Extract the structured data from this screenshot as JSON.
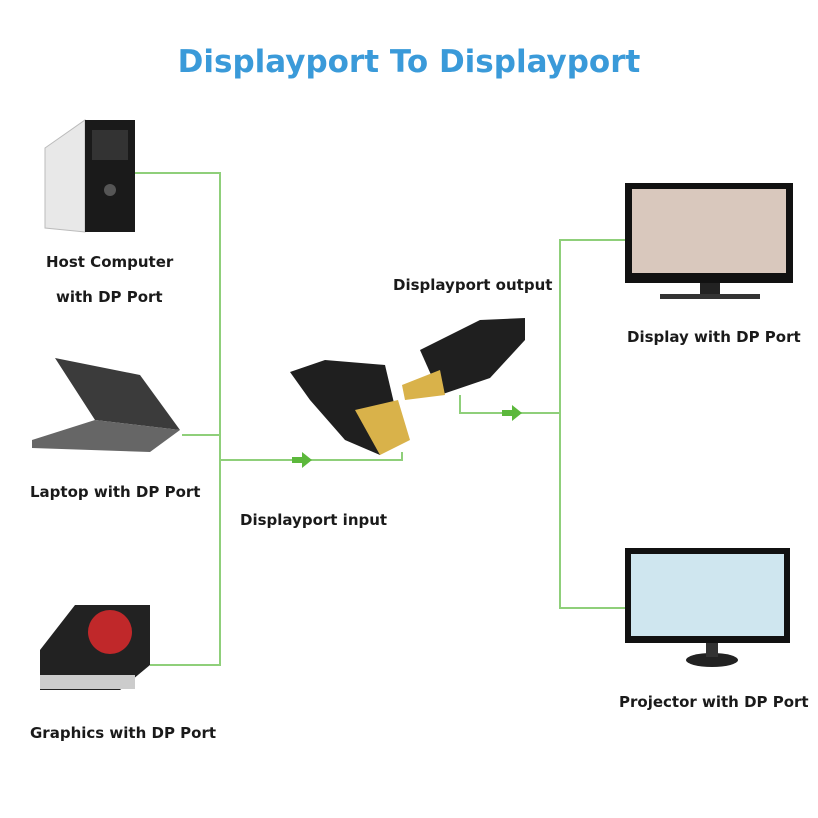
{
  "title": "Displayport To Displayport",
  "labels": {
    "host_line1": "Host Computer",
    "host_line2": "with DP Port",
    "laptop": "Laptop with DP Port",
    "graphics": "Graphics with DP Port",
    "dp_input": "Displayport input",
    "dp_output": "Displayport output",
    "display": "Display with DP Port",
    "projector": "Projector with DP Port"
  },
  "colors": {
    "title": "#3a9ad9",
    "line": "#8fcf7a",
    "arrow": "#5cb83c"
  }
}
